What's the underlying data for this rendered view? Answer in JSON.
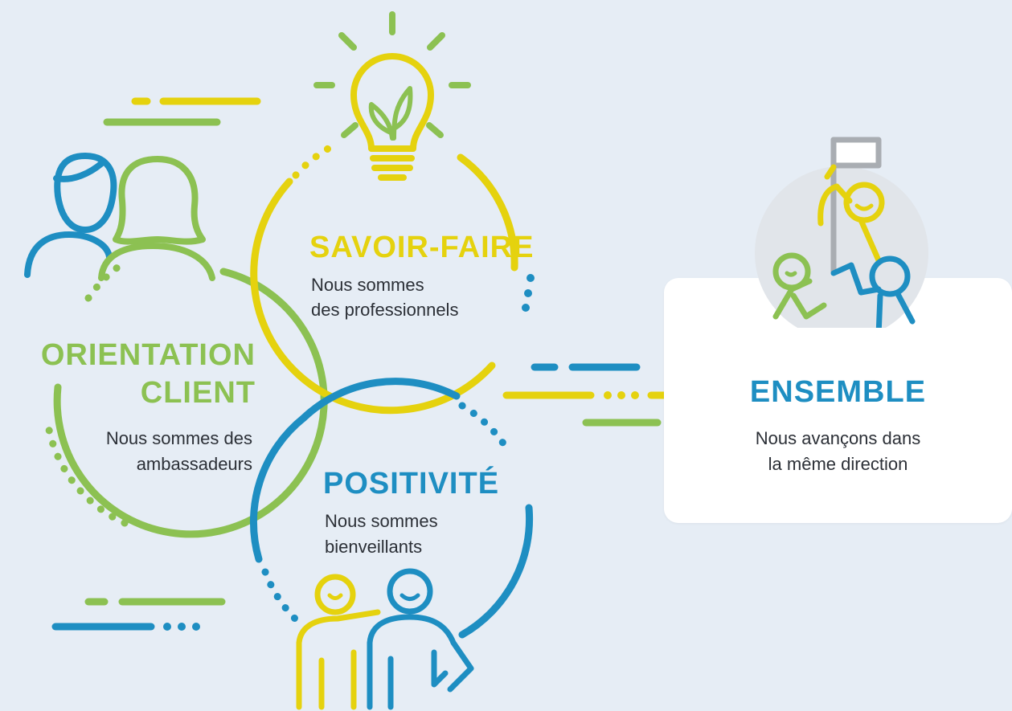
{
  "colors": {
    "background": "#e6edf5",
    "yellow": "#e5d20e",
    "green": "#8cc152",
    "blue": "#1e8ec2",
    "title_blue": "#1e8ec2",
    "text": "#2b2f36",
    "card": "#ffffff",
    "flag_pole": "#a9adb2"
  },
  "values": {
    "savoir_faire": {
      "title": "SAVOIR-FAIRE",
      "line1": "Nous sommes",
      "line2": "des professionnels",
      "icon": "lightbulb-leaf-icon"
    },
    "orientation_client": {
      "title_line1": "ORIENTATION",
      "title_line2": "CLIENT",
      "line1": "Nous sommes des",
      "line2": "ambassadeurs",
      "icon": "two-people-icon"
    },
    "positivite": {
      "title": "POSITIVITÉ",
      "line1": "Nous sommes",
      "line2": "bienveillants",
      "icon": "friends-hug-icon"
    },
    "ensemble": {
      "title": "ENSEMBLE",
      "line1": "Nous avançons dans",
      "line2": "la même direction",
      "icon": "team-flag-icon"
    }
  }
}
